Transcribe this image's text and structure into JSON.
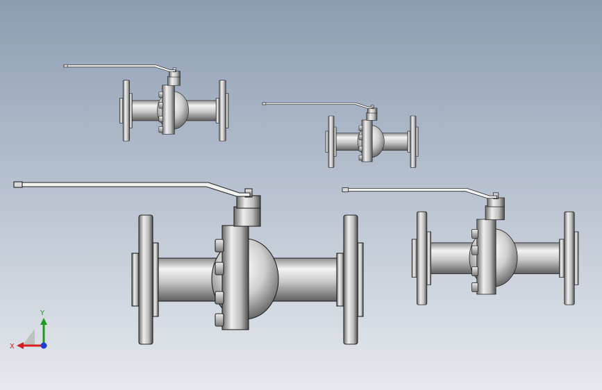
{
  "view": {
    "background_top": "#8c9db2",
    "background_bottom": "#e6e9ee"
  },
  "models": [
    {
      "name": "ball-valve-medium-top-left"
    },
    {
      "name": "ball-valve-small-top-right"
    },
    {
      "name": "ball-valve-large-bottom-left"
    },
    {
      "name": "ball-valve-medium-bottom-right"
    }
  ],
  "triad": {
    "x_label": "X",
    "y_label": "Y",
    "x_color": "#d81e1e",
    "y_color": "#1e9a1e",
    "z_color": "#1e3ed8"
  }
}
